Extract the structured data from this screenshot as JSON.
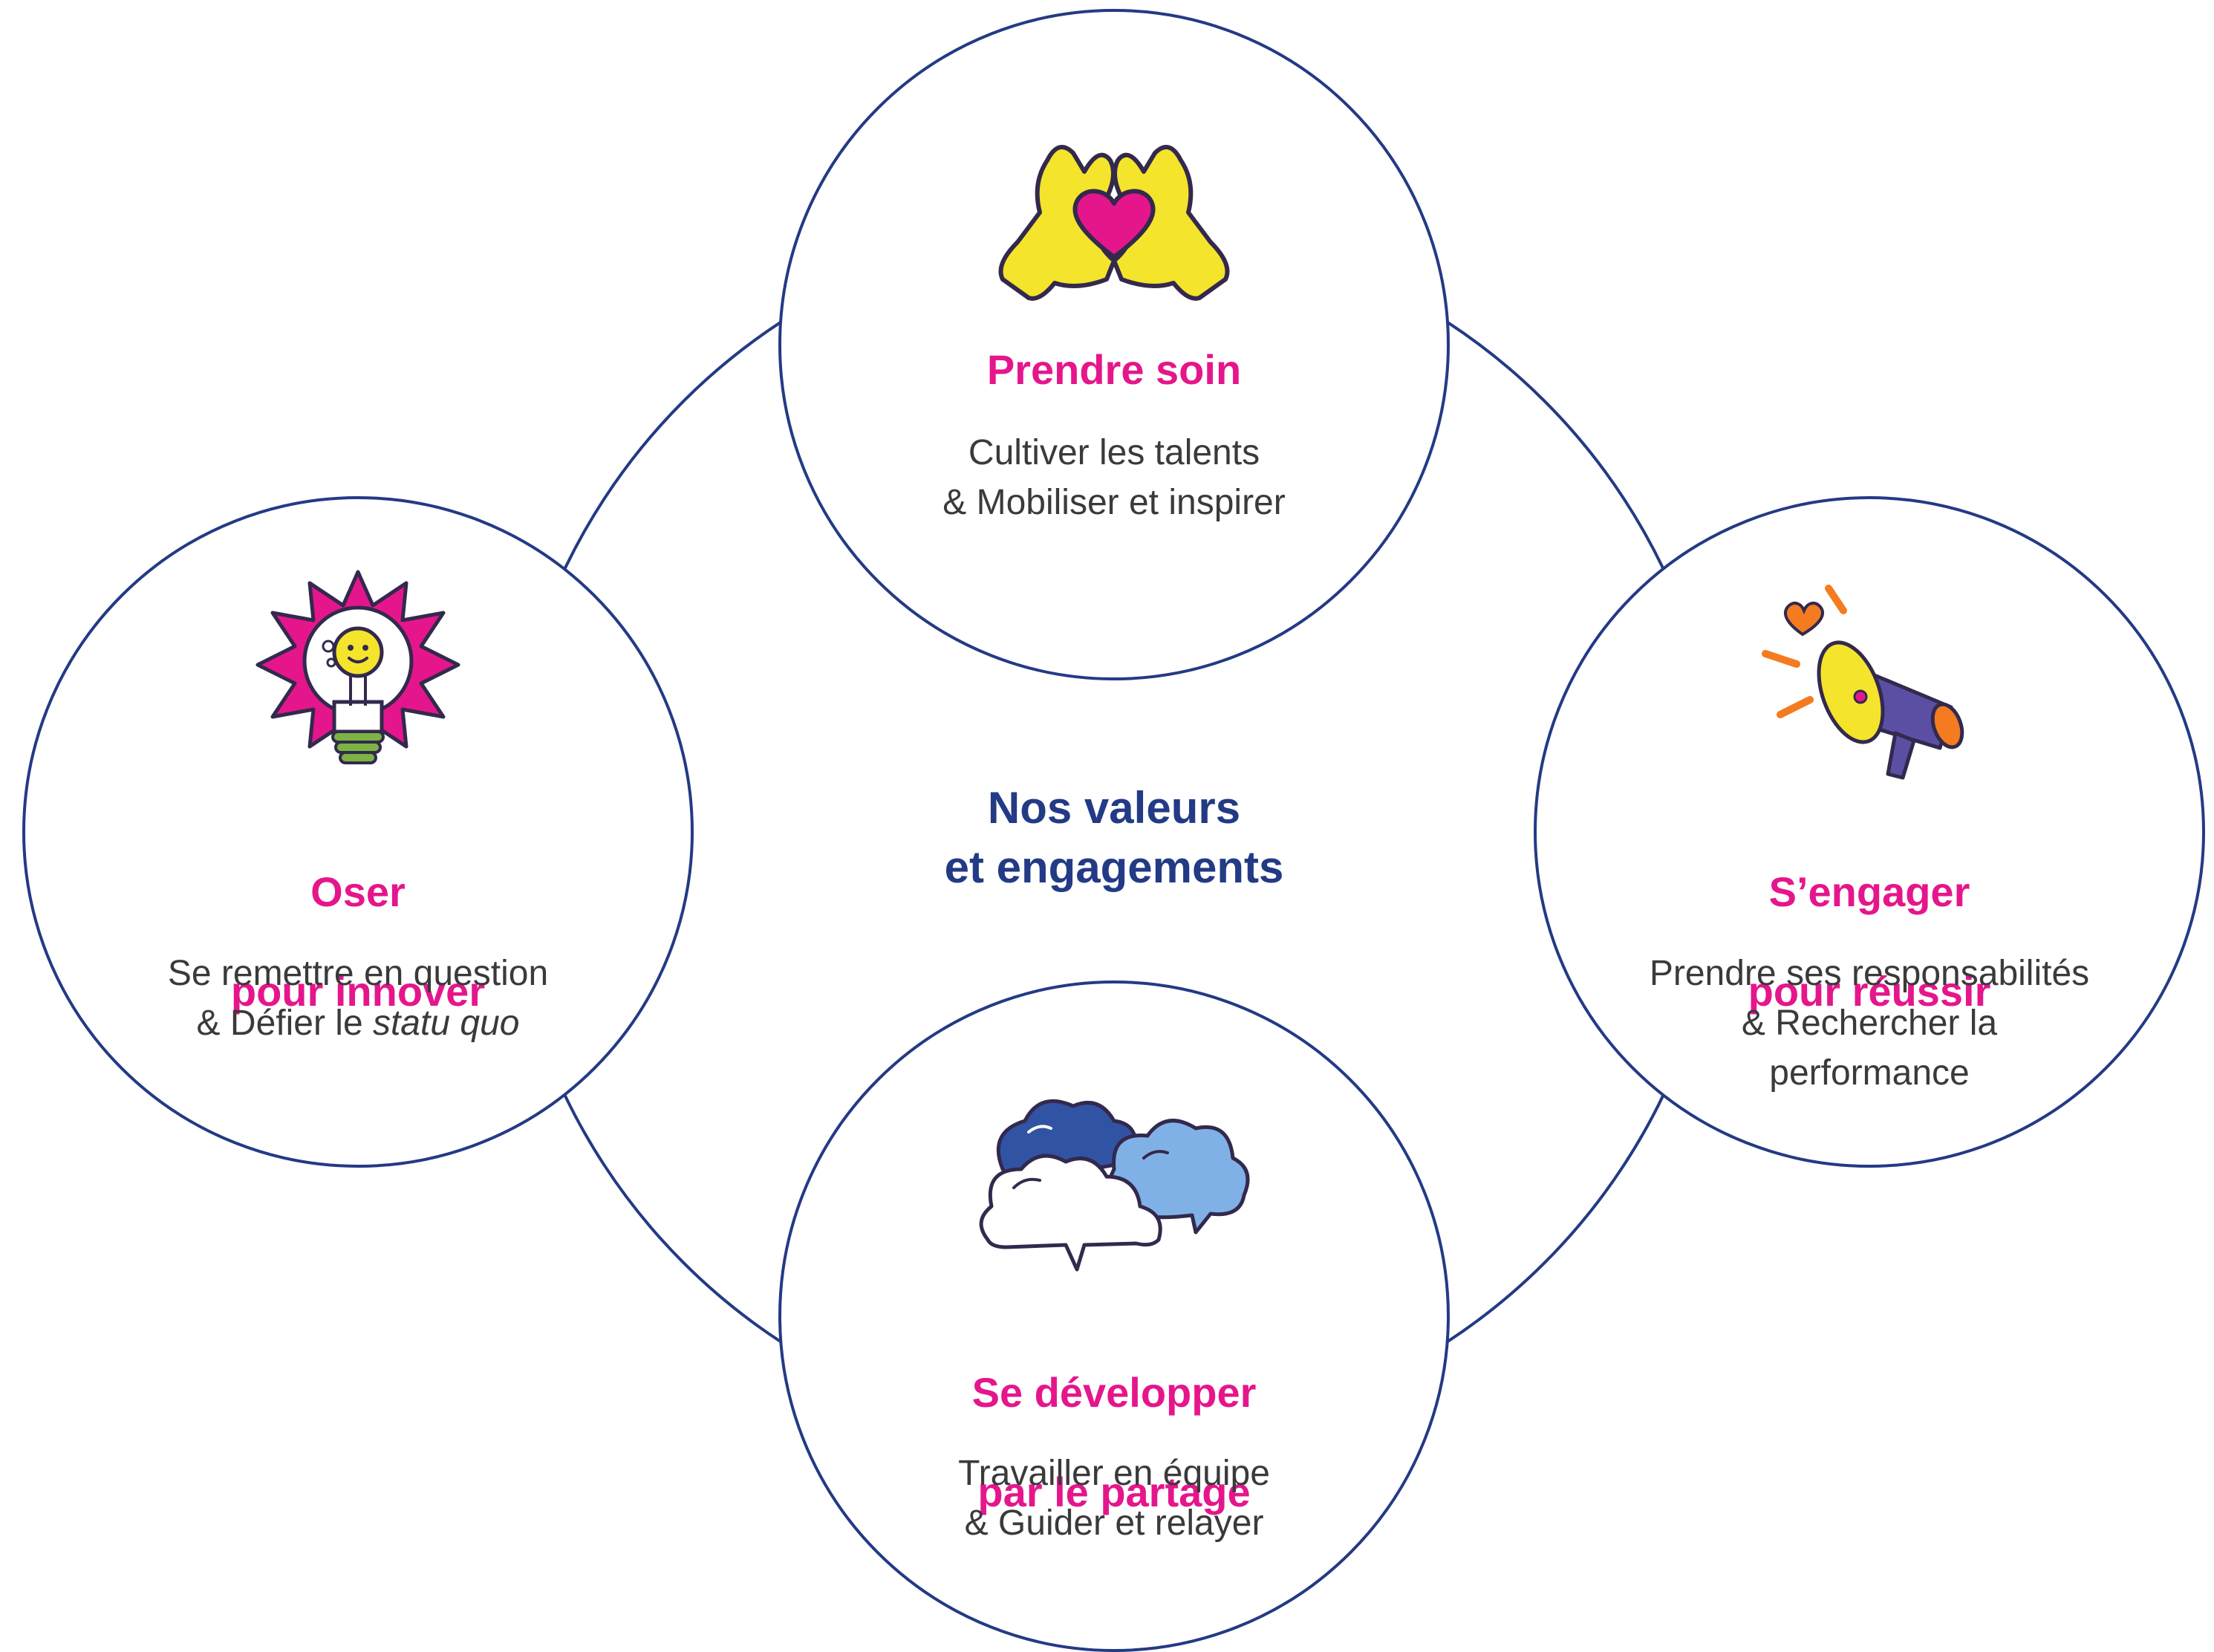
{
  "center": {
    "line1": "Nos valeurs",
    "line2": "et engagements"
  },
  "colors": {
    "ring": "#233a85",
    "title": "#e5168c",
    "center_title": "#233a85",
    "text": "#3a3a3a"
  },
  "values": {
    "top": {
      "icon": "heart-hands-icon",
      "title": "Prendre soin",
      "desc_line1": "Cultiver les talents",
      "desc_line2": "& Mobiliser et inspirer"
    },
    "left": {
      "icon": "lightbulb-icon",
      "title_line1": "Oser",
      "title_line2": "pour innover",
      "desc_line1": "Se remettre en question",
      "desc_line2_prefix": "& Défier le ",
      "desc_line2_italic": "statu quo"
    },
    "right": {
      "icon": "megaphone-icon",
      "title_line1": "S’engager",
      "title_line2": "pour réussir",
      "desc_line1": "Prendre ses responsabilités",
      "desc_line2": "& Rechercher la",
      "desc_line3": "performance"
    },
    "bottom": {
      "icon": "speech-clouds-icon",
      "title_line1": "Se développer",
      "title_line2": "par le partage",
      "desc_line1": "Travailler en équipe",
      "desc_line2": "& Guider et relayer"
    }
  }
}
